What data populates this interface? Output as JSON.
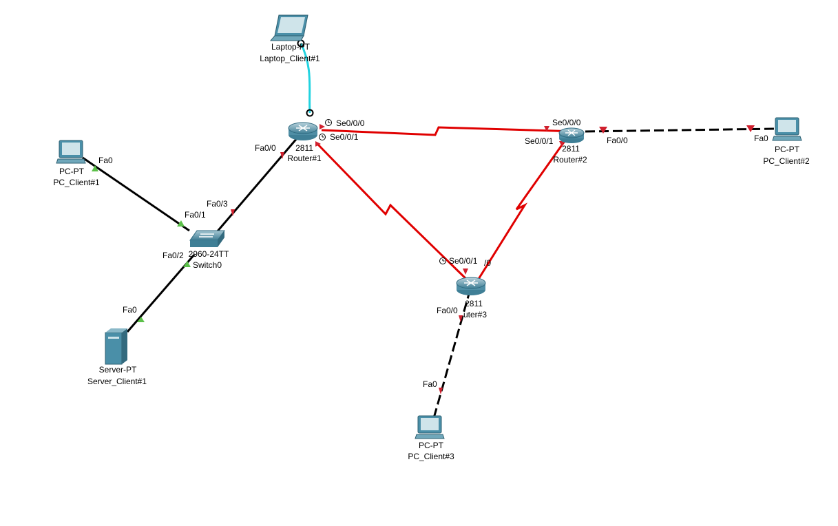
{
  "colors": {
    "copper": "#000000",
    "serial": "#e00000",
    "console": "#22d3e0",
    "link_up": "#5cc04a",
    "link_down": "#d0202e",
    "device_face": "#4a8fa8"
  },
  "devices": {
    "laptop": {
      "model": "Laptop-PT",
      "name": "Laptop_Client#1",
      "icon": "laptop-icon"
    },
    "router1": {
      "model": "2811",
      "name": "Router#1",
      "icon": "router-icon"
    },
    "router2": {
      "model": "2811",
      "name": "Router#2",
      "icon": "router-icon"
    },
    "router3": {
      "model": "2811",
      "name": "uter#3",
      "icon": "router-icon"
    },
    "switch0": {
      "model": "2960-24TT",
      "name": "Switch0",
      "icon": "switch-icon"
    },
    "pc1": {
      "model": "PC-PT",
      "name": "PC_Client#1",
      "icon": "pc-icon"
    },
    "pc2": {
      "model": "PC-PT",
      "name": "PC_Client#2",
      "icon": "pc-icon"
    },
    "pc3": {
      "model": "PC-PT",
      "name": "PC_Client#3",
      "icon": "pc-icon"
    },
    "server1": {
      "model": "Server-PT",
      "name": "Server_Client#1",
      "icon": "server-icon"
    }
  },
  "ports": {
    "r1_se000": "Se0/0/0",
    "r1_se001": "Se0/0/1",
    "r1_fa00": "Fa0/0",
    "r2_se000": "Se0/0/0",
    "r2_se001": "Se0/0/1",
    "r2_fa00": "Fa0/0",
    "r3_se001": "Se0/0/1",
    "r3_se000_partial": "/0",
    "r3_fa00": "Fa0/0",
    "sw_fa03": "Fa0/3",
    "sw_fa01": "Fa0/1",
    "sw_fa02": "Fa0/2",
    "pc1_fa0": "Fa0",
    "pc2_fa0": "Fa0",
    "pc3_fa0": "Fa0",
    "server_fa0": "Fa0"
  }
}
